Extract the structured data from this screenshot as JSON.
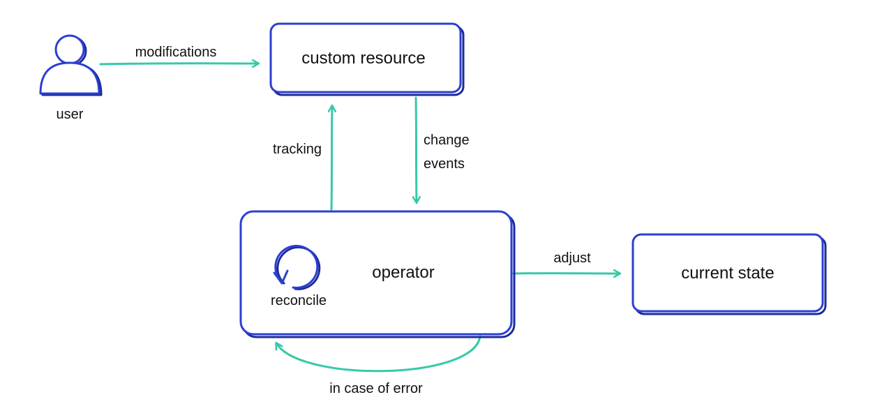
{
  "colors": {
    "node_stroke": "#2b3fd1",
    "node_shadow": "#1d2a9a",
    "edge": "#35c9a8",
    "text": "#111111"
  },
  "nodes": {
    "user": {
      "label": "user",
      "icon": "person-icon"
    },
    "custom_resource": {
      "label": "custom resource"
    },
    "operator": {
      "label": "operator"
    },
    "reconcile": {
      "label": "reconcile",
      "icon": "refresh-cycle-icon"
    },
    "current_state": {
      "label": "current state"
    }
  },
  "edges": {
    "modifications": {
      "label": "modifications",
      "from": "user",
      "to": "custom resource"
    },
    "tracking": {
      "label": "tracking",
      "from": "operator",
      "to": "custom resource"
    },
    "change_events": {
      "line1": "change",
      "line2": "events",
      "from": "custom resource",
      "to": "operator"
    },
    "adjust": {
      "label": "adjust",
      "from": "operator",
      "to": "current state"
    },
    "error": {
      "label": "in case of error",
      "from": "operator",
      "to": "operator"
    }
  }
}
